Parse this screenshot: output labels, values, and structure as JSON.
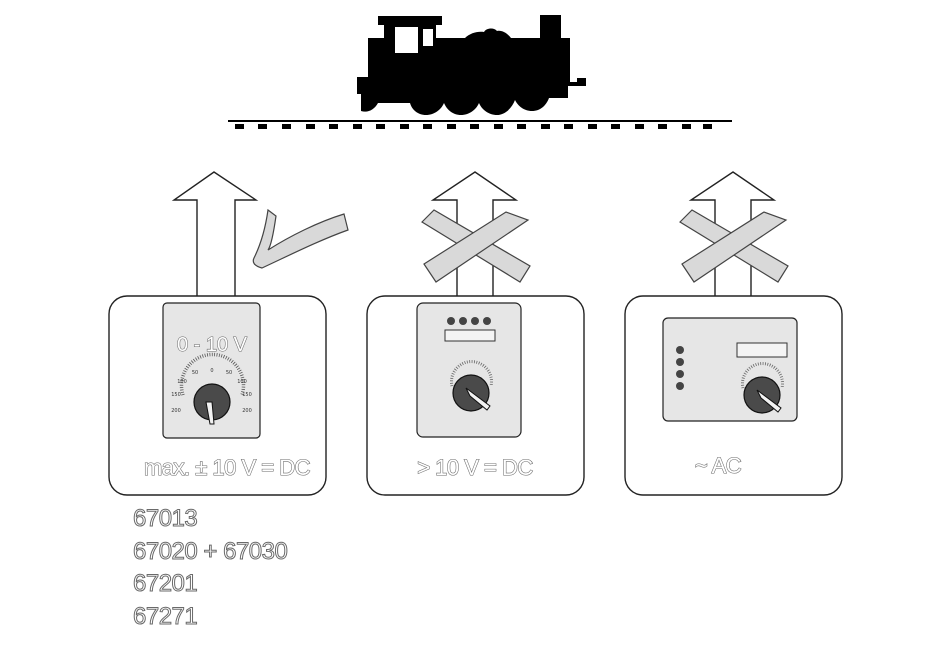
{
  "panels": [
    {
      "id": "dc-10v",
      "verdict": "allowed",
      "device_text": "0 - 10 V",
      "dial_scale": [
        "0",
        "50",
        "50",
        "100",
        "100",
        "150",
        "150",
        "200",
        "200"
      ],
      "caption": "max. ± 10 V = DC"
    },
    {
      "id": "dc-over-10v",
      "verdict": "forbidden",
      "caption": "> 10 V = DC"
    },
    {
      "id": "ac",
      "verdict": "forbidden",
      "caption": "~ AC"
    }
  ],
  "compatible_models": [
    "67013",
    "67020 + 67030",
    "67201",
    "67271"
  ],
  "icons": {
    "locomotive": "steam-locomotive-silhouette-icon",
    "track": "rail-track-icon",
    "allowed": "check-mark-icon",
    "forbidden": "cross-mark-icon"
  },
  "colors": {
    "silhouette": "#000000",
    "mark_fill": "#d9d9d9",
    "device_fill": "#e6e6e6",
    "outline": "#2a2a2a"
  }
}
